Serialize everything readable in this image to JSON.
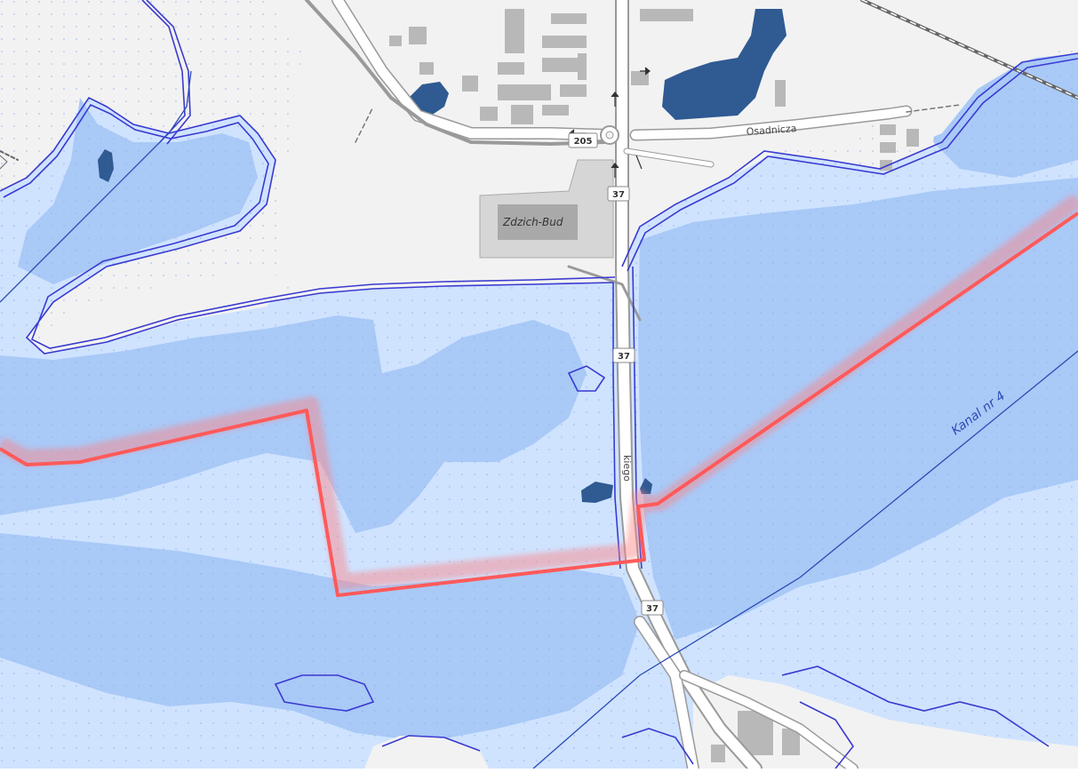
{
  "map": {
    "colors": {
      "land": "#f2f2f2",
      "flood_light": "#cfe3ff",
      "flood_medium": "#a9c9f7",
      "water_dark": "#2f5a92",
      "boundary": "#3a3ad0",
      "building": "#b8b8b8",
      "road": "#ffffff",
      "road_casing": "#9a9a9a",
      "highlight": "#ff5a5a"
    },
    "labels": {
      "street_osadnicza": "Osadnicza",
      "poi_zdzich_bud": "Zdzich-Bud",
      "canal": "Kanal nr 4",
      "street_partial": "kiego"
    },
    "road_shields": {
      "r205": "205",
      "r37_a": "37",
      "r37_b": "37",
      "r37_c": "37"
    },
    "icons": {
      "roundabout": "roundabout-icon",
      "arrow": "arrow-icon"
    }
  }
}
